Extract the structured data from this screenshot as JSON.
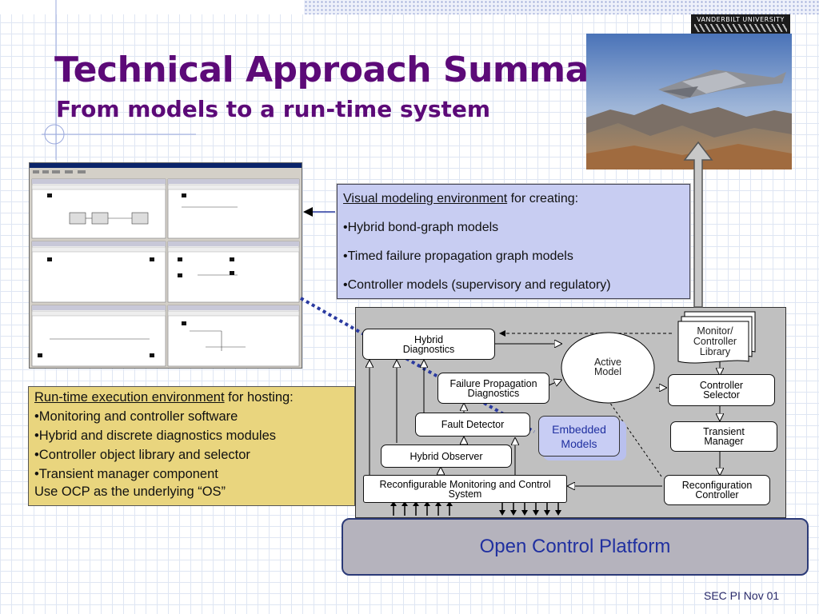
{
  "slide": {
    "title": "Technical Approach Summary",
    "subtitle": "From models to a run-time system",
    "footer": "SEC PI  Nov 01",
    "badge": "VANDERBILT UNIVERSITY"
  },
  "colors": {
    "title": "#5c0a78",
    "info_box": "#c8cdf2",
    "runtime_box": "#e9d57e",
    "platform": "#b5b3bd",
    "platform_text": "#2030a0",
    "diagram_bg": "#c0c0c0"
  },
  "modeling": {
    "heading_link": "Visual modeling environment",
    "heading_rest": " for creating:",
    "items": [
      "•Hybrid bond-graph models",
      "•Timed failure propagation graph models",
      "•Controller models (supervisory and regulatory)"
    ]
  },
  "runtime": {
    "heading_link": "Run-time execution environment",
    "heading_rest": " for hosting:",
    "items": [
      "•Monitoring and controller software",
      "•Hybrid and discrete diagnostics modules",
      "•Controller object library and selector",
      "•Transient manager component",
      "Use OCP as the underlying “OS”"
    ]
  },
  "diagram": {
    "hybrid_diagnostics": [
      "Hybrid",
      "Diagnostics"
    ],
    "failure_propagation": [
      "Failure Propagation",
      "Diagnostics"
    ],
    "fault_detector": "Fault Detector",
    "hybrid_observer": "Hybrid Observer",
    "reconfigurable_monitoring": [
      "Reconfigurable Monitoring and Control",
      "System"
    ],
    "active_model": [
      "Active",
      "Model"
    ],
    "embedded_models": [
      "Embedded",
      "Models"
    ],
    "library": [
      "Monitor/",
      "Controller",
      "Library"
    ],
    "controller_selector": [
      "Controller",
      "Selector"
    ],
    "transient_manager": [
      "Transient",
      "Manager"
    ],
    "reconfiguration_controller": [
      "Reconfiguration",
      "Controller"
    ],
    "platform": "Open Control Platform"
  }
}
